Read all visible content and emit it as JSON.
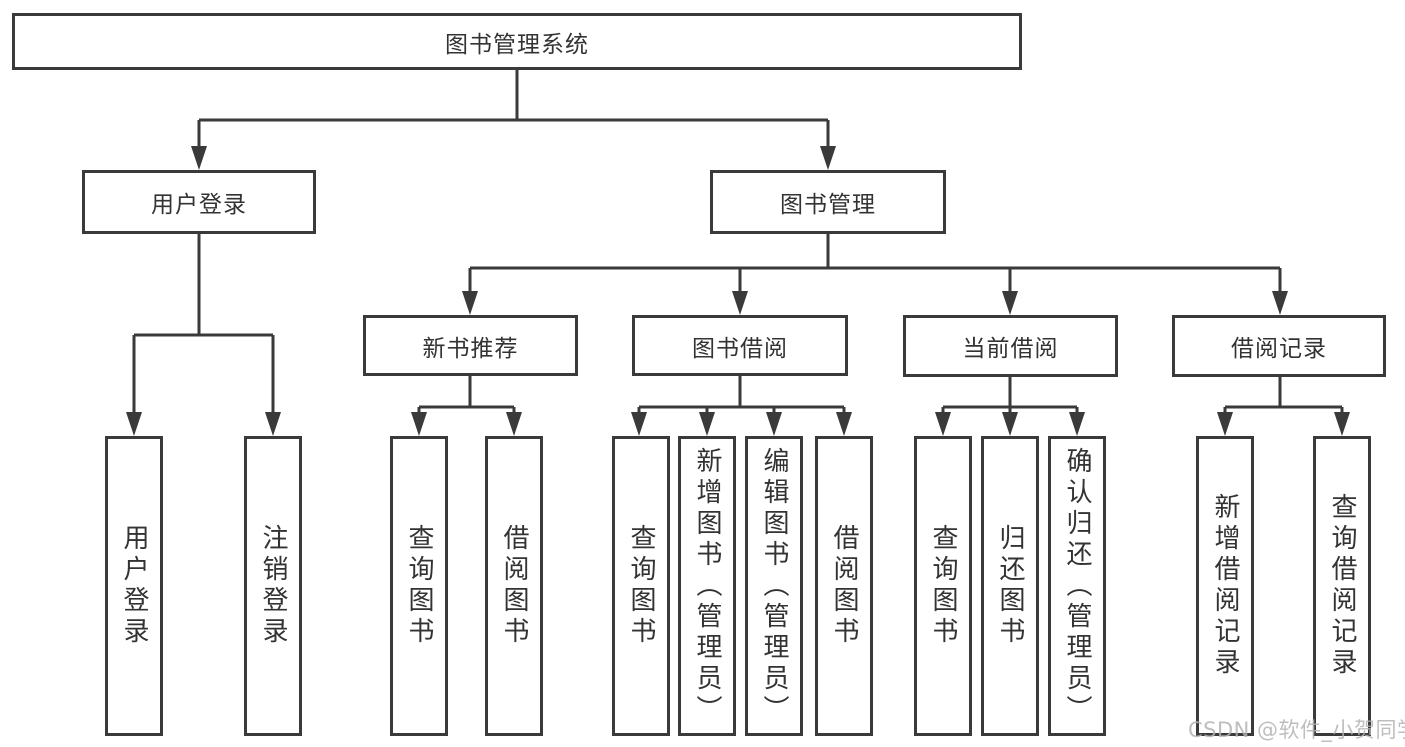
{
  "diagram": {
    "root": {
      "label": "图书管理系统"
    },
    "level2": [
      {
        "label": "用户登录"
      },
      {
        "label": "图书管理"
      }
    ],
    "level3": [
      {
        "label": "新书推荐"
      },
      {
        "label": "图书借阅"
      },
      {
        "label": "当前借阅"
      },
      {
        "label": "借阅记录"
      }
    ],
    "leaves": {
      "user_login": "用户登录",
      "logout": "注销登录",
      "recommend_query_book": "查询图书",
      "recommend_borrow_book": "借阅图书",
      "borrow_query_book": "查询图书",
      "borrow_add_book": "新增图书（管理员）",
      "borrow_edit_book": "编辑图书（管理员）",
      "borrow_borrow_book": "借阅图书",
      "current_query_book": "查询图书",
      "current_return_book": "归还图书",
      "current_confirm_return": "确认归还（管理员）",
      "record_add_record": "新增借阅记录",
      "record_query_record": "查询借阅记录"
    }
  },
  "watermark": "CSDN @软件_小贺同学",
  "colors": {
    "line": "#3a3a3a",
    "text": "#333333",
    "background": "#ffffff",
    "watermark": "#b3b3b3"
  }
}
